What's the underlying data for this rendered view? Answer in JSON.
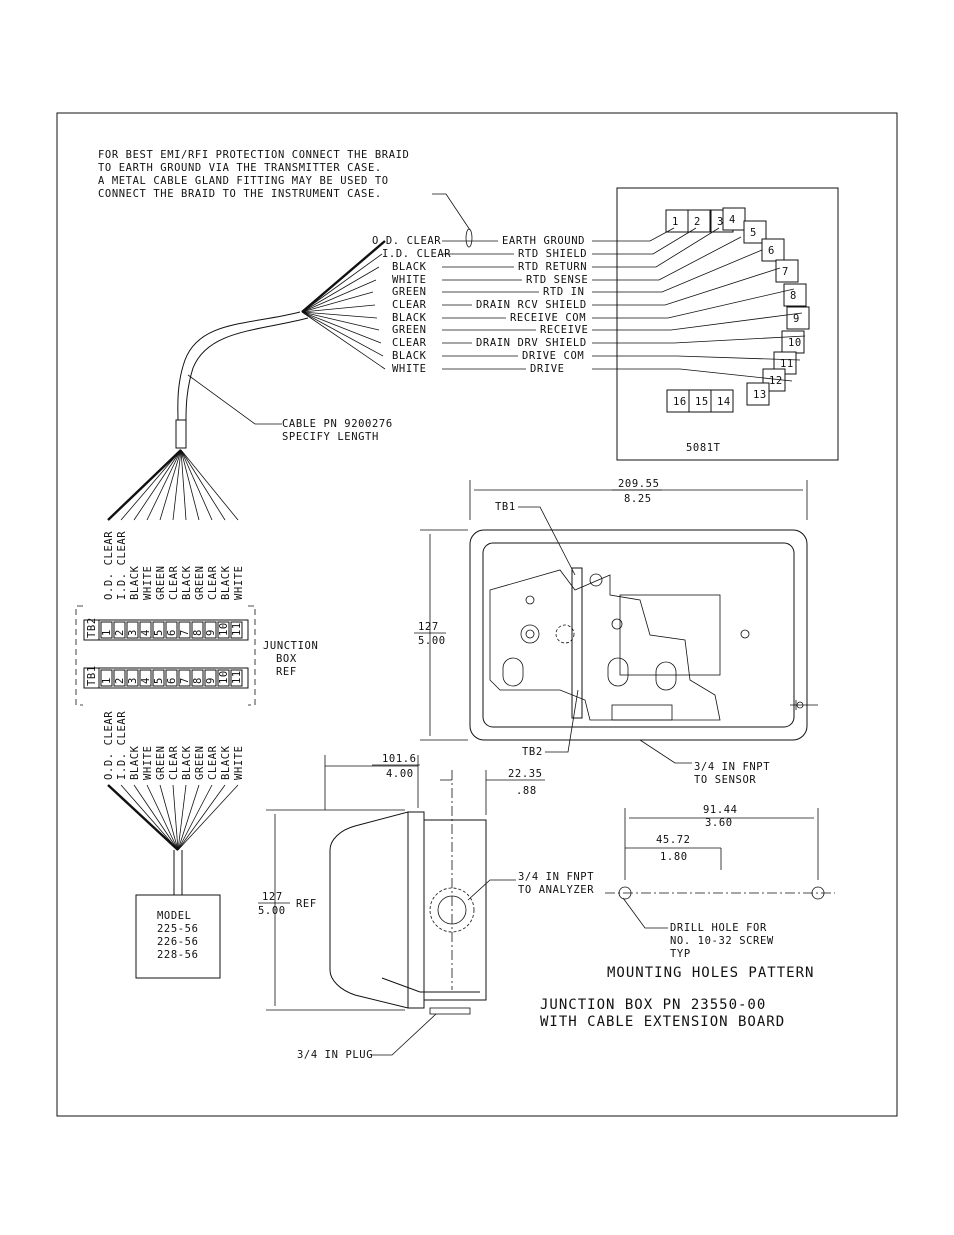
{
  "note_lines": [
    "FOR BEST EMI/RFI PROTECTION CONNECT THE BRAID",
    "TO EARTH GROUND VIA THE TRANSMITTER CASE.",
    "A METAL CABLE GLAND FITTING MAY BE USED TO",
    "CONNECT THE BRAID TO THE INSTRUMENT CASE."
  ],
  "wires": [
    {
      "color": "O.D. CLEAR",
      "signal": "EARTH GROUND"
    },
    {
      "color": "I.D. CLEAR",
      "signal": "RTD SHIELD"
    },
    {
      "color": "BLACK",
      "signal": "RTD RETURN"
    },
    {
      "color": "WHITE",
      "signal": "RTD SENSE"
    },
    {
      "color": "GREEN",
      "signal": "RTD IN"
    },
    {
      "color": "CLEAR",
      "signal": "DRAIN RCV SHIELD"
    },
    {
      "color": "BLACK",
      "signal": "RECEIVE COM"
    },
    {
      "color": "GREEN",
      "signal": "RECEIVE"
    },
    {
      "color": "CLEAR",
      "signal": "DRAIN DRV SHIELD"
    },
    {
      "color": "BLACK",
      "signal": "DRIVE COM"
    },
    {
      "color": "WHITE",
      "signal": "DRIVE"
    }
  ],
  "terminals": [
    "1",
    "2",
    "3",
    "4",
    "5",
    "6",
    "7",
    "8",
    "9",
    "10",
    "11",
    "12",
    "13",
    "14",
    "15",
    "16"
  ],
  "transmitter_model": "5081T",
  "cable_label": [
    "CABLE PN 9200276",
    "SPECIFY LENGTH"
  ],
  "tb_wire_colors": [
    "O.D. CLEAR",
    "I.D. CLEAR",
    "BLACK",
    "WHITE",
    "GREEN",
    "CLEAR",
    "BLACK",
    "GREEN",
    "CLEAR",
    "BLACK",
    "WHITE"
  ],
  "tb_terminals": [
    "1",
    "2",
    "3",
    "4",
    "5",
    "6",
    "7",
    "8",
    "9",
    "10",
    "11"
  ],
  "tb2_label": "TB2",
  "tb1_label": "TB1",
  "junction_label": [
    "JUNCTION",
    "BOX",
    "REF"
  ],
  "model_box": [
    "MODEL",
    "225-56",
    "226-56",
    "228-56"
  ],
  "dims": {
    "width_mm": "209.55",
    "width_in": "8.25",
    "height_mm": "127",
    "height_in": "5.00",
    "side_width_mm": "101.6",
    "side_width_in": "4.00",
    "offset_mm": "22.35",
    "offset_in": ".88",
    "side_height_mm": "127",
    "side_height_in": "5.00",
    "side_height_ref": "REF",
    "hole_span_mm": "91.44",
    "hole_span_in": "3.60",
    "hole_half_mm": "45.72",
    "hole_half_in": "1.80"
  },
  "callouts": {
    "tb1": "TB1",
    "tb2": "TB2",
    "sensor": [
      "3/4 IN FNPT",
      "TO SENSOR"
    ],
    "analyzer": [
      "3/4 IN FNPT",
      "TO ANALYZER"
    ],
    "plug": "3/4 IN PLUG",
    "drill": [
      "DRILL HOLE FOR",
      "NO. 10-32 SCREW",
      "TYP"
    ]
  },
  "mounting_title": "MOUNTING HOLES PATTERN",
  "junction_title": [
    "JUNCTION BOX PN 23550-00",
    "WITH CABLE EXTENSION BOARD"
  ]
}
